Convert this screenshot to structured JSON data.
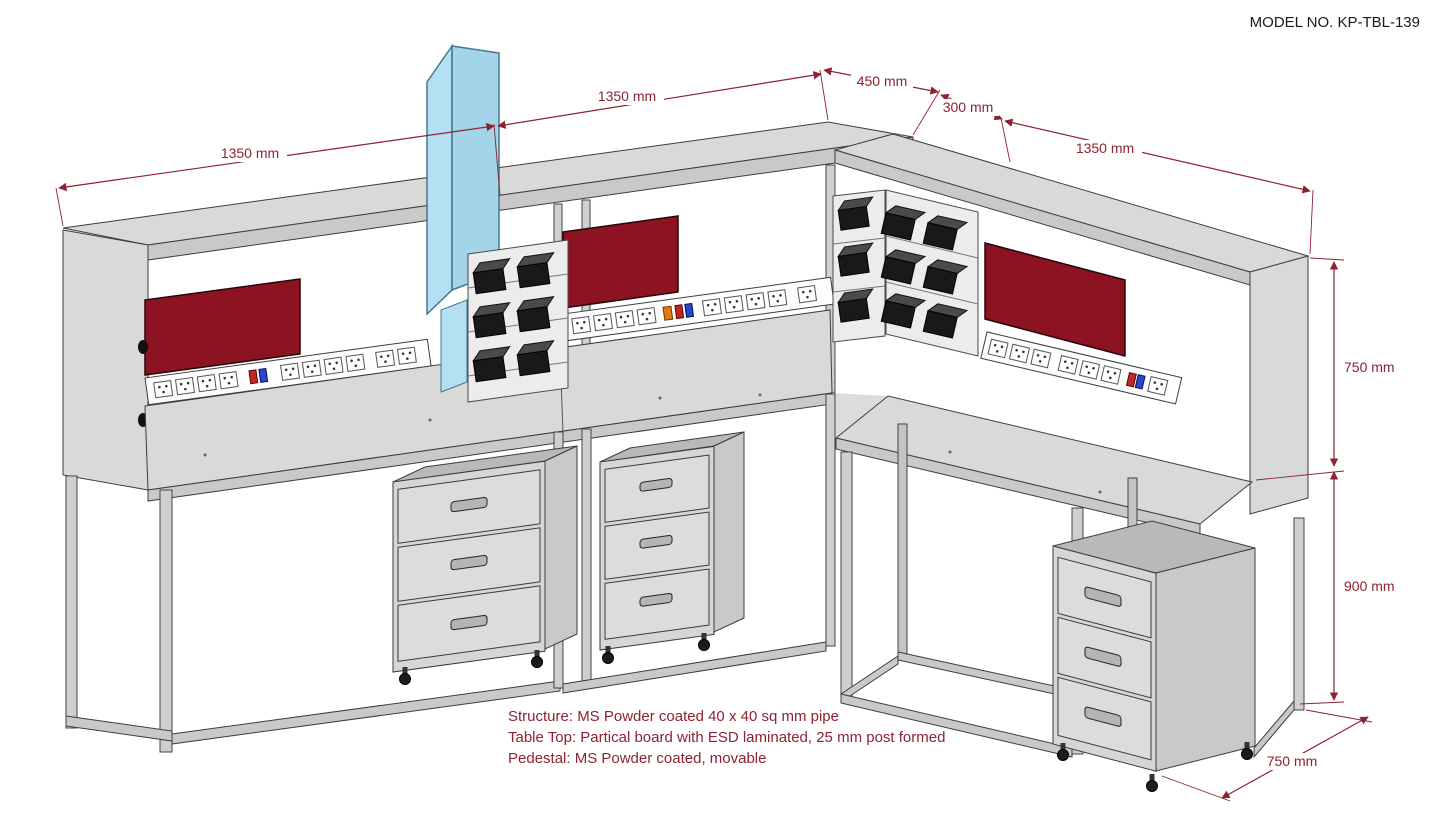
{
  "title": {
    "model_no": "MODEL NO. KP-TBL-139"
  },
  "dimensions": {
    "left_module": "1350 mm",
    "back_module": "1350 mm",
    "corner_depth_a": "450 mm",
    "corner_depth_b": "300 mm",
    "right_module": "1350 mm",
    "upper_height": "750 mm",
    "table_height": "900 mm",
    "table_depth": "750 mm"
  },
  "specs": {
    "structure": "Structure: MS Powder coated 40 x 40 sq mm pipe",
    "table_top": "Table Top: Partical board with ESD laminated, 25 mm post formed",
    "pedestal": "Pedestal: MS Powder coated, movable"
  },
  "colors": {
    "dimension_text": "#8d2232",
    "panel_maroon": "#8e1322",
    "partition_blue": "#b5dff2",
    "surface_gray": "#d9d9d9",
    "model_text": "#1a1a1a"
  }
}
